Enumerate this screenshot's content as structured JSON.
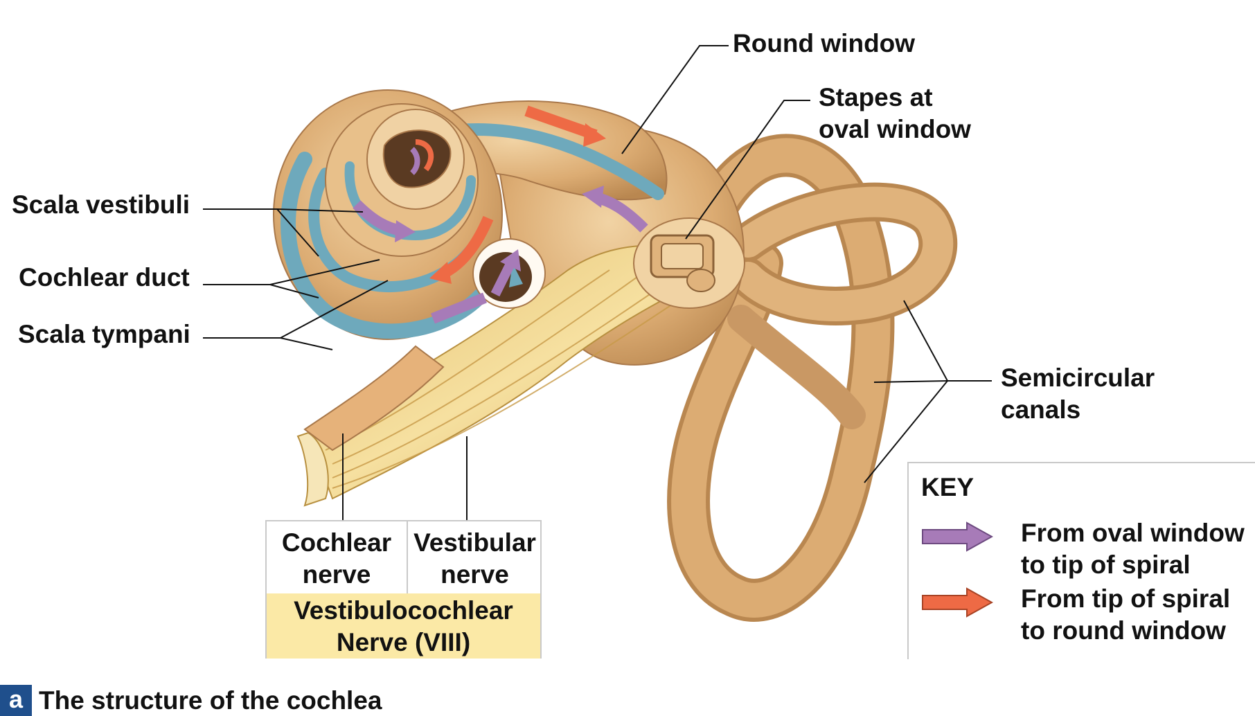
{
  "labels": {
    "round_window": "Round window",
    "stapes_line1": "Stapes at",
    "stapes_line2": "oval window",
    "scala_vestibuli": "Scala vestibuli",
    "cochlear_duct": "Cochlear duct",
    "scala_tympani": "Scala tympani",
    "semicircular_line1": "Semicircular",
    "semicircular_line2": "canals"
  },
  "nerve_box": {
    "cochlear_line1": "Cochlear",
    "cochlear_line2": "nerve",
    "vestibular_line1": "Vestibular",
    "vestibular_line2": "nerve",
    "main_line1": "Vestibulocochlear",
    "main_line2": "Nerve (VIII)"
  },
  "key": {
    "title": "KEY",
    "items": [
      {
        "line1": "From oval window",
        "line2": "to tip of spiral",
        "color": "#a77bb8"
      },
      {
        "line1": "From tip of spiral",
        "line2": "to round window",
        "color": "#ee6a45"
      }
    ]
  },
  "caption": {
    "badge": "a",
    "text": "The structure of the cochlea"
  },
  "colors": {
    "bone": "#dcac73",
    "bone_light": "#ecc896",
    "duct_blue": "#6ea9bc",
    "nerve": "#f1d58a",
    "purple_arrow": "#a77bb8",
    "orange_arrow": "#ee6a45"
  }
}
